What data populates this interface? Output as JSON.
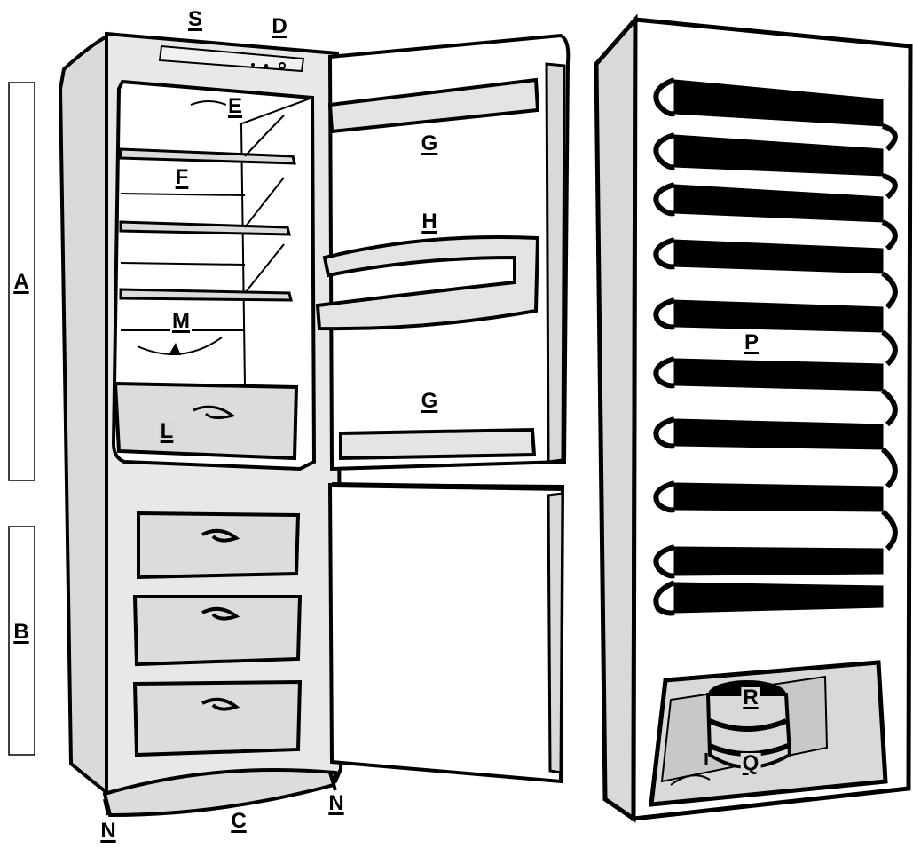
{
  "labels": {
    "A": "A",
    "B": "B",
    "C": "C",
    "D": "D",
    "E": "E",
    "F": "F",
    "G": "G",
    "H": "H",
    "L": "L",
    "M": "M",
    "N": "N",
    "P": "P",
    "Q": "Q",
    "R": "R",
    "S": "S"
  },
  "colors": {
    "outline": "#000000",
    "body_fill": "#d9d9d9",
    "interior_fill": "#ffffff",
    "drawer_fill": "#dcdcdc"
  }
}
